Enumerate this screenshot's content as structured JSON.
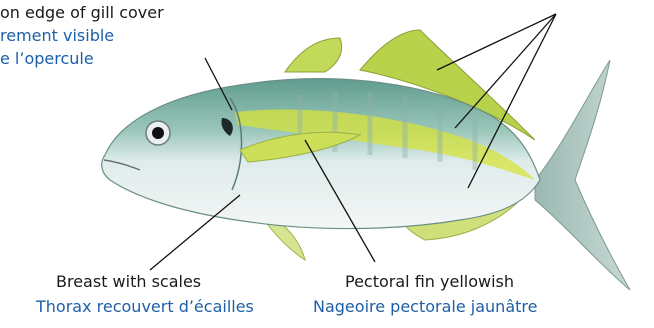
{
  "labels": {
    "gill": {
      "en": "on edge of gill cover",
      "fr_line1": "rement visible",
      "fr_line2": "e l’opercule"
    },
    "breast": {
      "en": "Breast with scales",
      "fr": "Thorax recouvert d’écailles"
    },
    "pectoral": {
      "en": "Pectoral fin yellowish",
      "fr": "Nageoire pectorale jaunâtre"
    }
  },
  "colors": {
    "label_en": "#1a1a1a",
    "label_fr": "#1d5fa8",
    "fish_back": "#7fb8a8",
    "fish_belly": "#eef3f2",
    "fish_stripe": "#d9e63a",
    "fins_yellow": "#c6d84a",
    "leader_lines": "#111111"
  }
}
